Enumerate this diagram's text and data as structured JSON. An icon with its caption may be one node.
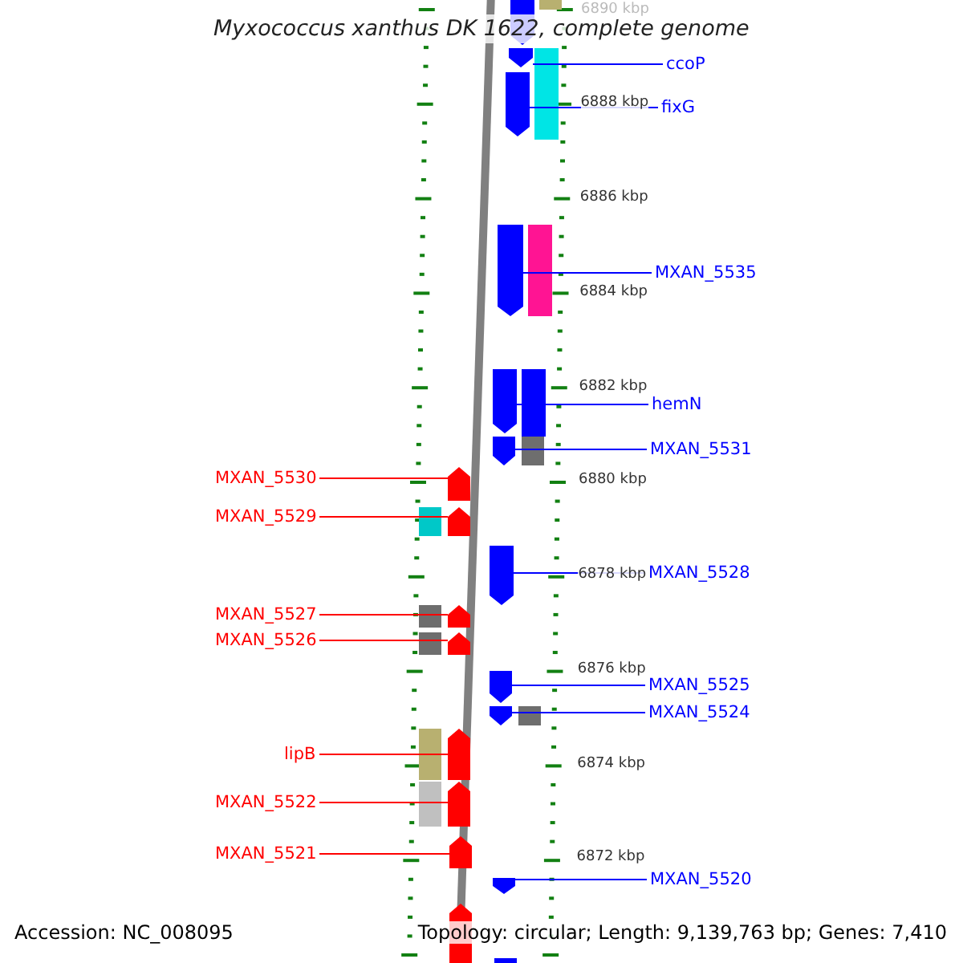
{
  "diagram": {
    "title": "Myxococcus xanthus DK 1622, complete genome",
    "nodes": [
      {
        "text": [
          "ccoP"
        ]
      },
      {
        "text": [],
        "shape": "bar"
      },
      {
        "text": [
          "fixG"
        ]
      },
      {
        "text": [],
        "shape": "bar"
      },
      {
        "text": [
          "MXAN_5535"
        ]
      },
      {
        "text": [],
        "shape": "bar"
      },
      {
        "text": [
          "hemN"
        ]
      },
      {
        "text": [],
        "shape": "bar"
      },
      {
        "text": [
          "MXAN_5531"
        ]
      },
      {
        "text": [],
        "shape": "bar"
      },
      {
        "text": [
          "MXAN_5530"
        ]
      },
      {
        "text": [],
        "shape": "bar"
      },
      {
        "text": [
          "MXAN_5529"
        ]
      },
      {
        "text": [],
        "shape": "bar"
      },
      {
        "text": [
          "MXAN_5528"
        ]
      },
      {
        "text": [],
        "shape": "bar"
      },
      {
        "text": [
          "MXAN_5527"
        ]
      },
      {
        "text": [],
        "shape": "bar"
      },
      {
        "text": [
          "MXAN_5526"
        ]
      },
      {
        "text": [],
        "shape": "bar"
      },
      {
        "text": [
          "MXAN_5525"
        ]
      },
      {
        "text": [],
        "shape": "bar"
      },
      {
        "text": [
          "MXAN_5524"
        ]
      },
      {
        "text": [],
        "shape": "bar"
      },
      {
        "text": [
          "lipB"
        ]
      },
      {
        "text": [],
        "shape": "bar"
      },
      {
        "text": [
          "MXAN_5522"
        ]
      },
      {
        "text": [],
        "shape": "bar"
      },
      {
        "text": [
          "MXAN_5521"
        ]
      },
      {
        "text": [],
        "shape": "bar"
      },
      {
        "text": [
          "MXAN_5520"
        ]
      },
      {
        "text": [],
        "shape": "bar"
      }
    ],
    "edges": [
      {
        "from": 0,
        "to": 1,
        "arrow": "none",
        "color": "#0000ff"
      },
      {
        "from": 2,
        "to": 3,
        "arrow": "none",
        "color": "#0000ff"
      },
      {
        "from": 4,
        "to": 5,
        "arrow": "none",
        "color": "#0000ff"
      },
      {
        "from": 6,
        "to": 7,
        "arrow": "none",
        "color": "#0000ff"
      },
      {
        "from": 8,
        "to": 9,
        "arrow": "none",
        "color": "#0000ff"
      },
      {
        "from": 10,
        "to": 11,
        "arrow": "none",
        "color": "#ff0000"
      },
      {
        "from": 12,
        "to": 13,
        "arrow": "none",
        "color": "#ff0000"
      },
      {
        "from": 14,
        "to": 15,
        "arrow": "none",
        "color": "#0000ff"
      },
      {
        "from": 16,
        "to": 17,
        "arrow": "none",
        "color": "#ff0000"
      },
      {
        "from": 18,
        "to": 19,
        "arrow": "none",
        "color": "#ff0000"
      },
      {
        "from": 20,
        "to": 21,
        "arrow": "none",
        "color": "#0000ff"
      },
      {
        "from": 22,
        "to": 23,
        "arrow": "none",
        "color": "#0000ff"
      },
      {
        "from": 24,
        "to": 25,
        "arrow": "none",
        "color": "#ff0000"
      },
      {
        "from": 26,
        "to": 27,
        "arrow": "none",
        "color": "#ff0000"
      },
      {
        "from": 28,
        "to": 29,
        "arrow": "none",
        "color": "#ff0000"
      },
      {
        "from": 30,
        "to": 31,
        "arrow": "none",
        "color": "#0000ff"
      }
    ],
    "labels": [
      "6890 kbp",
      "6888 kbp",
      "6886 kbp",
      "6884 kbp",
      "6882 kbp",
      "6880 kbp",
      "6878 kbp",
      "6876 kbp",
      "6874 kbp",
      "6872 kbp",
      "Accession: NC_008095",
      "Topology: circular; Length: 9,139,763 bp; Genes: 7,410"
    ]
  }
}
